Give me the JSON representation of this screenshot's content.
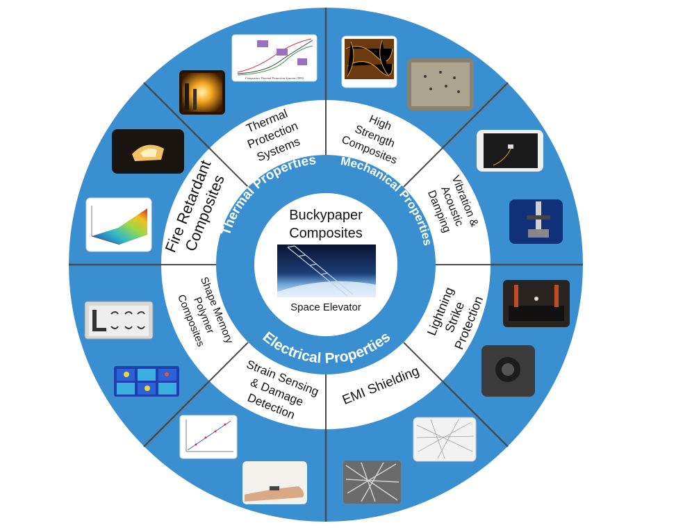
{
  "center": {
    "title_line1": "Buckypaper",
    "title_line2": "Composites",
    "image_caption": "Space Elevator"
  },
  "rings": {
    "thermal": "Thermal Properties",
    "mechanical": "Mechanical Properties",
    "electrical": "Electrical Properties"
  },
  "applications": {
    "thermal_protection": [
      "Thermal",
      "Protection",
      "Systems"
    ],
    "fire_retardant": [
      "Fire Retardant",
      "Composites"
    ],
    "high_strength": [
      "High",
      "Strength",
      "Composites"
    ],
    "vibration": [
      "Vibration &",
      "Acoustic",
      "Damping"
    ],
    "lightning": [
      "Lightning",
      "Strike",
      "Protection"
    ],
    "emi": [
      "EMI Shielding"
    ],
    "strain": [
      "Strain Sensing",
      "& Damage",
      "Detection"
    ],
    "shape_memory": [
      "Shape Memory",
      "Polymer",
      "Composites"
    ]
  },
  "thumbnails": {
    "tps_chart_caption": "Composites Thermal Protection Systems (TPS)"
  },
  "colors": {
    "outer_ring": "#3a8fd0",
    "middle_ring": "#3a8fd0",
    "divider": "#4a4a4a",
    "white": "#ffffff"
  }
}
